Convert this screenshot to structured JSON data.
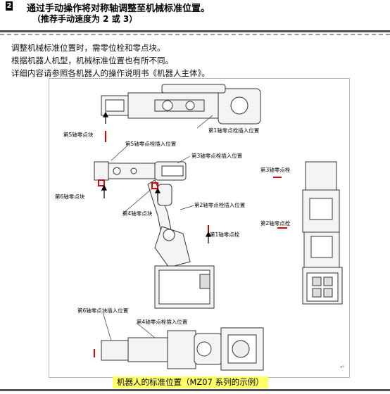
{
  "header": {
    "step_number": "2",
    "title": "通过手动操作将对称轴调整至机械标准位置。",
    "subtitle": "（推荐手动速度为 2 或 3）"
  },
  "body": {
    "lines": [
      "调整机械标准位置时，需零位栓和零点块。",
      "根据机器人机型，机械标准位置也有所不同。",
      "详细内容请参照各机器人的操作说明书《机器人主体》。"
    ]
  },
  "figure": {
    "labels": {
      "axis5_zero_block": "第5轴零点块",
      "axis1_pin_position_top": "第1轴零点栓插入位置",
      "axis5_pin_position": "第5轴零点栓插入位置",
      "axis3_pin_position": "第3轴零点栓插入位置",
      "axis6_zero_block": "第6轴零点块",
      "axis4_zero_block": "第4轴零点块",
      "axis2_pin_position": "第2轴零点栓插入位置",
      "axis1_zero_pin": "第1轴零点栓",
      "axis3_zero_pin_side": "第3轴零点栓",
      "axis2_zero_pin_side": "第2轴零点栓",
      "axis6_pin_position": "第6轴零点块插入位置",
      "axis4_pin_position": "第4轴零点栓插入位置"
    },
    "caption": "机器人的标准位置（MZ07 系列的示例）",
    "colors": {
      "marker": "#e00000",
      "line": "#333333",
      "body": "#f4f4f4"
    }
  }
}
